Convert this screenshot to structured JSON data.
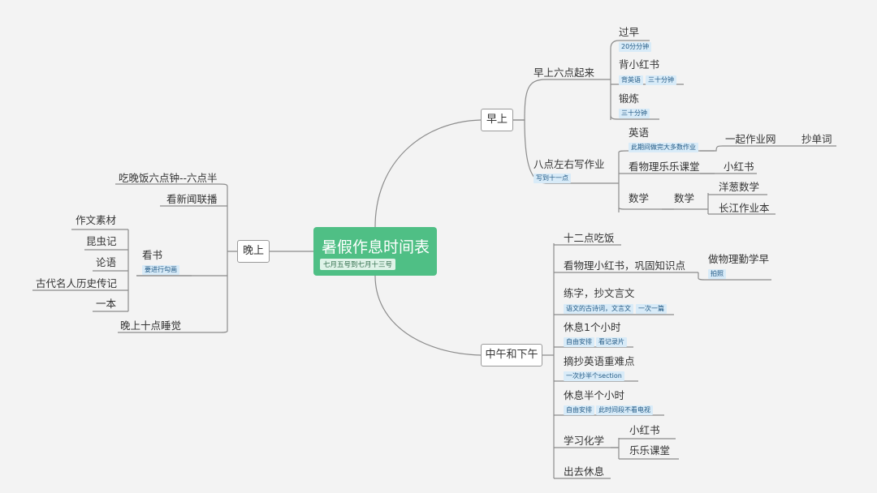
{
  "root": {
    "title": "暑假作息时间表",
    "tag": "七月五号到七月十三号"
  },
  "morning": {
    "label": "早上",
    "wake": {
      "label": "早上六点起来",
      "items": [
        {
          "label": "过早",
          "tags": [
            "20分分钟"
          ]
        },
        {
          "label": "背小红书",
          "tags": [
            "背英语",
            "三十分钟"
          ]
        },
        {
          "label": "锻炼",
          "tags": [
            "三十分钟"
          ]
        }
      ]
    },
    "homework": {
      "label": "八点左右写作业",
      "tag": "写到十一点",
      "english": {
        "label": "英语",
        "tag": "此期间做完大多数作业",
        "child": "一起作业网",
        "grandchild": "抄单词"
      },
      "physics": {
        "label": "看物理乐乐课堂",
        "child": "小红书"
      },
      "math": {
        "label": "数学",
        "child": "数学",
        "children": [
          "洋葱数学",
          "长江作业本"
        ]
      }
    }
  },
  "afternoon": {
    "label": "中午和下午",
    "lunch": "十二点吃饭",
    "physics": {
      "label": "看物理小红书，巩固知识点",
      "child": "做物理勤学早",
      "child_tag": "拍照"
    },
    "write": {
      "label": "练字，抄文言文",
      "tags": [
        "语文的古诗词，文言文",
        "一次一篇"
      ]
    },
    "rest1": {
      "label": "休息1个小时",
      "tags": [
        "自由安排",
        "看记录片"
      ]
    },
    "copy": {
      "label": "摘抄英语重难点",
      "tags": [
        "一次抄半个section"
      ]
    },
    "rest2": {
      "label": "休息半个小时",
      "tags": [
        "自由安排",
        "此时间段不看电视"
      ]
    },
    "chem": {
      "label": "学习化学",
      "children": [
        "小红书",
        "乐乐课堂"
      ]
    },
    "out": "出去休息"
  },
  "evening": {
    "label": "晚上",
    "dinner": "吃晚饭六点钟--六点半",
    "news": "看新闻联播",
    "read": {
      "label": "看书",
      "tag": "要进行勾画",
      "books": [
        "作文素材",
        "昆虫记",
        "论语",
        "古代名人历史传记",
        "一本"
      ]
    },
    "sleep": "晚上十点睡觉"
  }
}
